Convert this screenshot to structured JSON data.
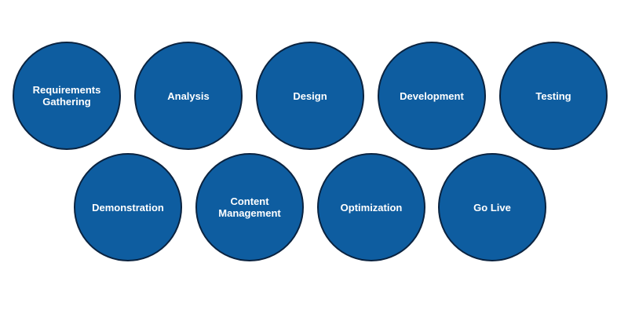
{
  "colors": {
    "circle_fill": "#0e5da0",
    "circle_border": "#0a2340",
    "label_text": "#ffffff",
    "background": "#ffffff"
  },
  "steps": [
    {
      "label": "Requirements Gathering"
    },
    {
      "label": "Analysis"
    },
    {
      "label": "Design"
    },
    {
      "label": "Development"
    },
    {
      "label": "Testing"
    },
    {
      "label": "Demonstration"
    },
    {
      "label": "Content Management"
    },
    {
      "label": "Optimization"
    },
    {
      "label": "Go Live"
    }
  ]
}
